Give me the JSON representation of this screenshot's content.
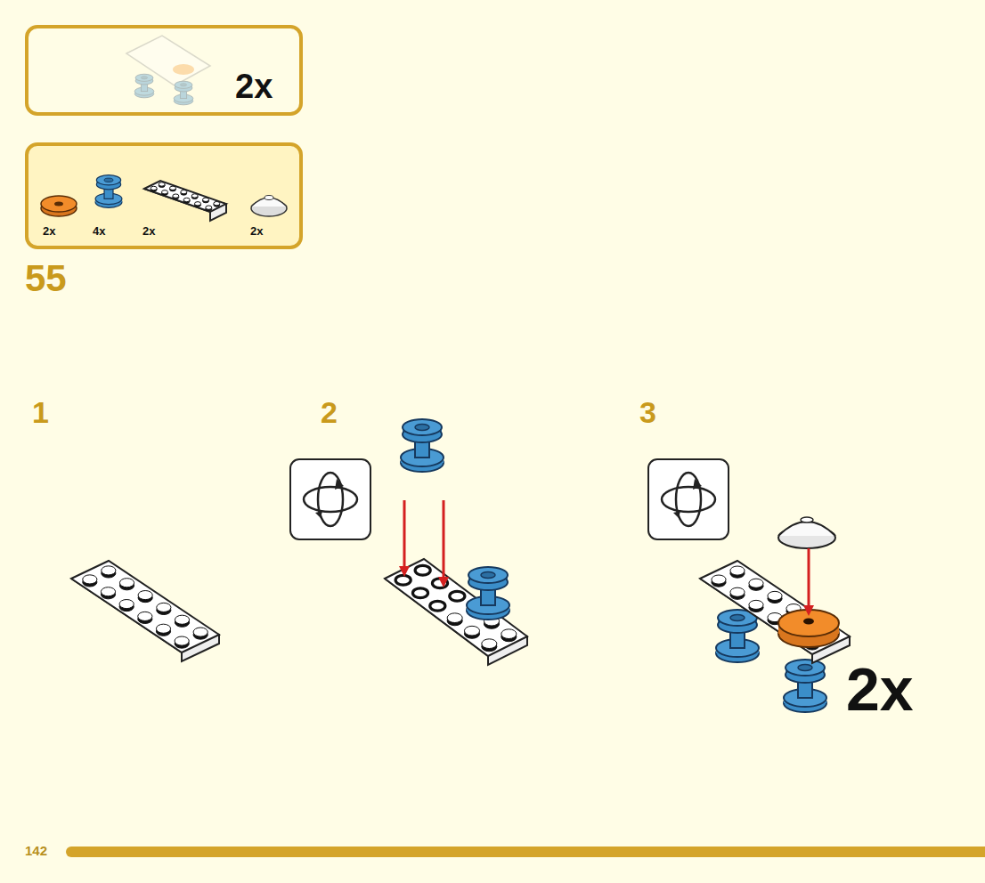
{
  "diagram": {
    "nodes": [
      {
        "text": [
          "2x"
        ]
      },
      {
        "text": [
          "2x",
          "4x",
          "2x",
          "2x"
        ]
      }
    ],
    "labels": [
      "55",
      "1",
      "2",
      "3",
      "2x",
      "142"
    ]
  }
}
